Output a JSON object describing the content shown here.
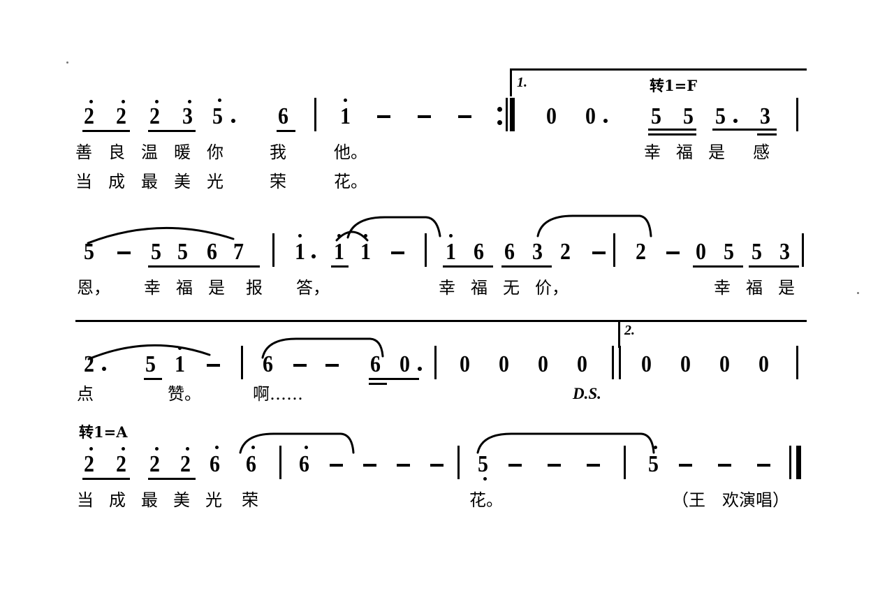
{
  "document": {
    "type": "jianpu-numbered-notation-sheet-music",
    "background_color": "#ffffff",
    "ink_color": "#000000",
    "credit": "（王　欢演唱）",
    "ds_marking": "D.S."
  },
  "markings": {
    "key_change_f": "转1=F",
    "key_change_a": "转1=A",
    "volta_1": "1.",
    "volta_2": "2."
  },
  "systems": [
    {
      "index": 1,
      "notes": [
        "2",
        "2",
        "2",
        "3",
        "5·",
        "6",
        "1",
        "-",
        "-",
        "-",
        "0",
        "0·",
        "5",
        "5",
        "5·",
        "3"
      ],
      "lyrics_line_1": [
        "善",
        "良",
        "温",
        "暖",
        "你",
        "我",
        "他。",
        "幸",
        "福",
        "是",
        "感"
      ],
      "lyrics_line_2": [
        "当",
        "成",
        "最",
        "美",
        "光",
        "荣",
        "花。"
      ]
    },
    {
      "index": 2,
      "notes": [
        "5",
        "-",
        "5",
        "5",
        "6",
        "7",
        "1·",
        "1",
        "1",
        "-",
        "1",
        "6",
        "6",
        "3",
        "2",
        "-",
        "2",
        "-",
        "0",
        "5",
        "5",
        "3"
      ],
      "lyrics_line_1": [
        "恩，",
        "幸",
        "福",
        "是",
        "报",
        "答，",
        "幸",
        "福",
        "无",
        "价，",
        "幸",
        "福",
        "是"
      ]
    },
    {
      "index": 3,
      "notes": [
        "2·",
        "5",
        "1",
        "-",
        "6",
        "-",
        "-",
        "6",
        "0·",
        "0",
        "0",
        "0",
        "0",
        "0",
        "0",
        "0",
        "0"
      ],
      "lyrics_line_1": [
        "点",
        "赞。",
        "啊……"
      ]
    },
    {
      "index": 4,
      "notes": [
        "2",
        "2",
        "2",
        "2",
        "6",
        "6",
        "6",
        "-",
        "-",
        "-",
        "-",
        "5",
        "-",
        "-",
        "-",
        "5",
        "-",
        "-",
        "-"
      ],
      "lyrics_line_1": [
        "当",
        "成",
        "最",
        "美",
        "光",
        "荣",
        "花。"
      ]
    }
  ],
  "lyrics_flat": {
    "l1_a": "善",
    "l1_b": "良",
    "l1_c": "温",
    "l1_d": "暖",
    "l1_e": "你",
    "l1_f": "我",
    "l1_g": "他。",
    "l2_a": "当",
    "l2_b": "成",
    "l2_c": "最",
    "l2_d": "美",
    "l2_e": "光",
    "l2_f": "荣",
    "l2_g": "花。",
    "s1_x1": "幸",
    "s1_x2": "福",
    "s1_x3": "是",
    "s1_x4": "感",
    "s2_a": "恩，",
    "s2_b": "幸",
    "s2_c": "福",
    "s2_d": "是",
    "s2_e": "报",
    "s2_f": "答，",
    "s2_g": "幸",
    "s2_h": "福",
    "s2_i": "无",
    "s2_j": "价，",
    "s2_k": "幸",
    "s2_l": "福",
    "s2_m": "是",
    "s3_a": "点",
    "s3_b": "赞。",
    "s3_c": "啊……",
    "s4_a": "当",
    "s4_b": "成",
    "s4_c": "最",
    "s4_d": "美",
    "s4_e": "光",
    "s4_f": "荣",
    "s4_g": "花。"
  },
  "notes_flat": {
    "n1_1": "2",
    "n1_2": "2",
    "n1_3": "2",
    "n1_4": "3",
    "n1_5": "5",
    "n1_6": "6",
    "n1_7": "1",
    "n1_r1": "0",
    "n1_r2": "0",
    "n1_8": "5",
    "n1_9": "5",
    "n1_10": "5",
    "n1_11": "3",
    "n2_1": "5",
    "n2_2": "5",
    "n2_3": "5",
    "n2_4": "6",
    "n2_5": "7",
    "n2_6": "1",
    "n2_7": "1",
    "n2_8": "1",
    "n2_9": "1",
    "n2_10": "6",
    "n2_11": "6",
    "n2_12": "3",
    "n2_13": "2",
    "n2_14": "2",
    "n2_r1": "0",
    "n2_15": "5",
    "n2_16": "5",
    "n2_17": "3",
    "n3_1": "2",
    "n3_2": "5",
    "n3_3": "1",
    "n3_4": "6",
    "n3_5": "6",
    "n3_6": "0",
    "n3_r1": "0",
    "n3_r2": "0",
    "n3_r3": "0",
    "n3_r4": "0",
    "n3_r5": "0",
    "n3_r6": "0",
    "n3_r7": "0",
    "n3_r8": "0",
    "n4_1": "2",
    "n4_2": "2",
    "n4_3": "2",
    "n4_4": "2",
    "n4_5": "6",
    "n4_6": "6",
    "n4_7": "6",
    "n4_8": "5",
    "n4_9": "5"
  }
}
